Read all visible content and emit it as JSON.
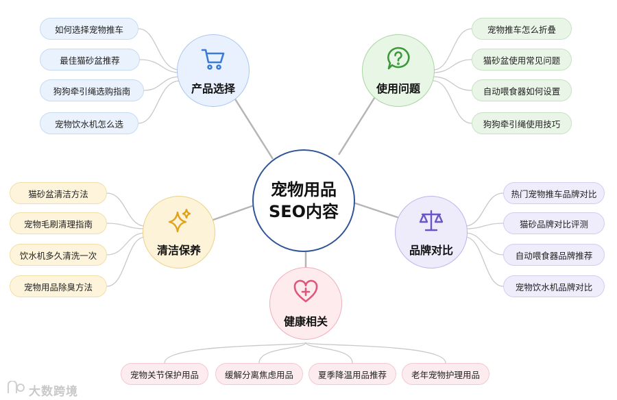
{
  "center": {
    "line1": "宠物用品",
    "line2": "SEO内容"
  },
  "hubs": {
    "product": {
      "label": "产品选择",
      "icon": "shopping-cart-icon",
      "color": "#3a7bd5"
    },
    "usage": {
      "label": "使用问题",
      "icon": "question-bubble-icon",
      "color": "#3a9a3a"
    },
    "cleaning": {
      "label": "清洁保养",
      "icon": "sparkle-icon",
      "color": "#e0a21a"
    },
    "brand": {
      "label": "品牌对比",
      "icon": "balance-scale-icon",
      "color": "#6a55c8"
    },
    "health": {
      "label": "健康相关",
      "icon": "heart-plus-icon",
      "color": "#e0557a"
    }
  },
  "product_items": [
    "如何选择宠物推车",
    "最佳猫砂盆推荐",
    "狗狗牵引绳选购指南",
    "宠物饮水机怎么选"
  ],
  "usage_items": [
    "宠物推车怎么折叠",
    "猫砂盆使用常见问题",
    "自动喂食器如何设置",
    "狗狗牵引绳使用技巧"
  ],
  "cleaning_items": [
    "猫砂盆清洁方法",
    "宠物毛刷清理指南",
    "饮水机多久清洗一次",
    "宠物用品除臭方法"
  ],
  "brand_items": [
    "热门宠物推车品牌对比",
    "猫砂品牌对比评测",
    "自动喂食器品牌推荐",
    "宠物饮水机品牌对比"
  ],
  "health_items": [
    "宠物关节保护用品",
    "缓解分离焦虑用品",
    "夏季降温用品推荐",
    "老年宠物护理用品"
  ],
  "watermark": "大数跨境"
}
